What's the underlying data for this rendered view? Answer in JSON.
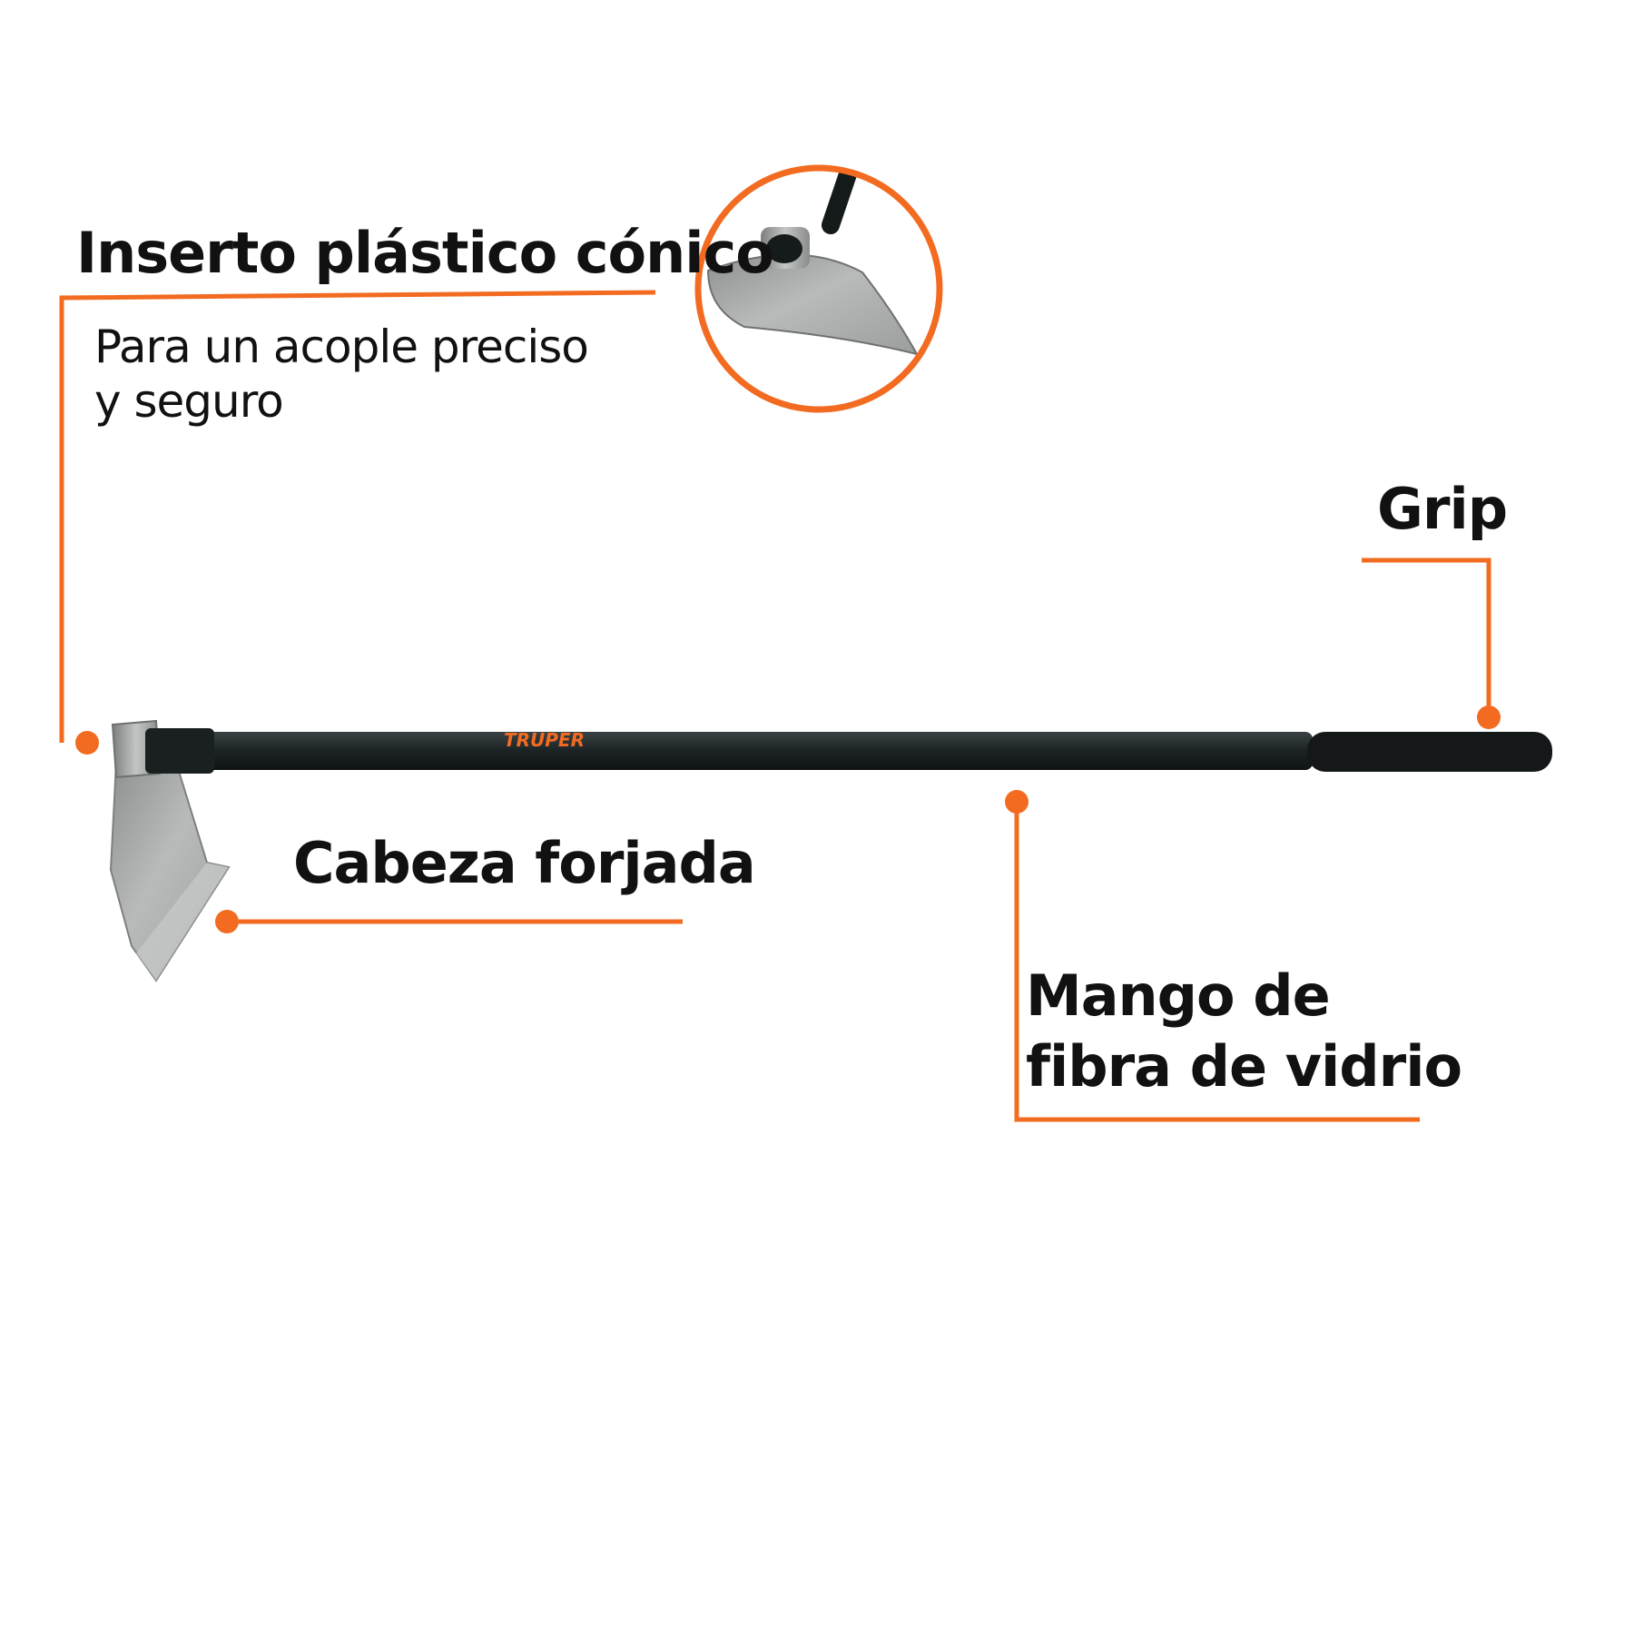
{
  "callouts": {
    "insert": {
      "title": "Inserto plástico cónico",
      "description_line1": "Para un acople preciso",
      "description_line2": "y seguro"
    },
    "grip": {
      "title": "Grip"
    },
    "head": {
      "title": "Cabeza forjada"
    },
    "handle": {
      "title_line1": "Mango de",
      "title_line2": "fibra de vidrio"
    }
  },
  "brand": {
    "handle_logo": "TRUPER"
  },
  "colors": {
    "accent": "#f26b21",
    "text": "#111111",
    "handle": "#1c2325",
    "steel": "#a9abab",
    "background": "#ffffff"
  }
}
